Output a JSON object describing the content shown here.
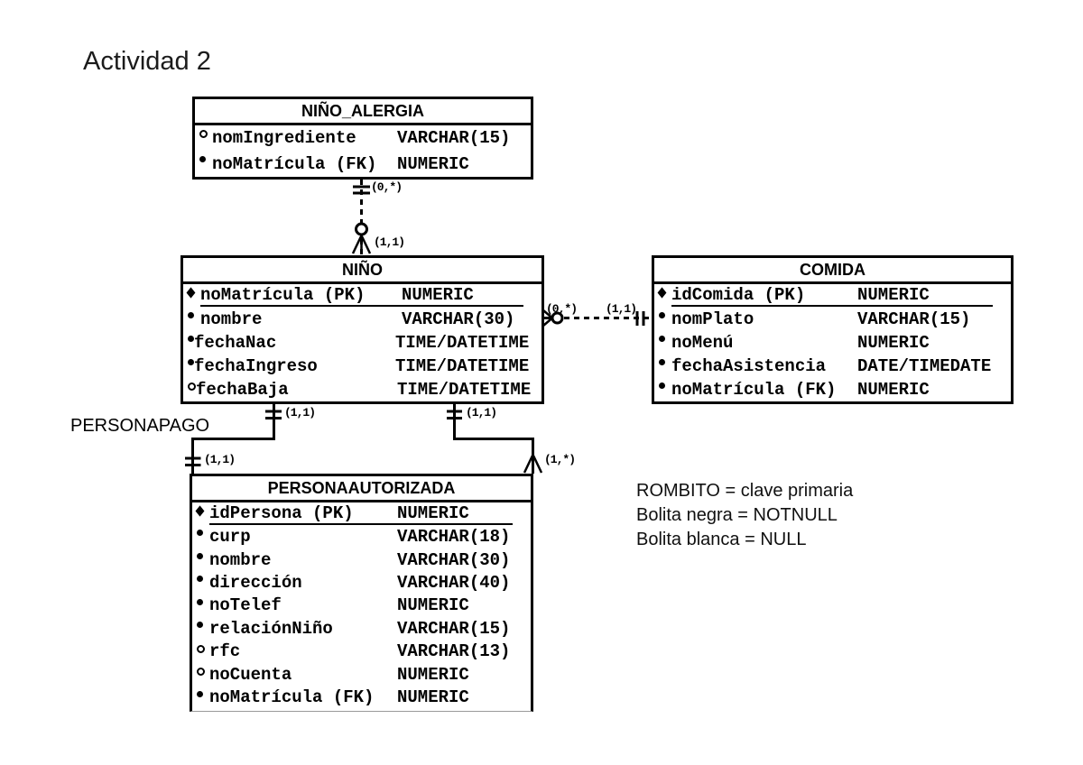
{
  "title": "Actividad 2",
  "relationship_label": "PERSONAPAGO",
  "legend": {
    "lines": [
      "ROMBITO = clave primaria",
      "Bolita negra = NOTNULL",
      "Bolita blanca = NULL"
    ]
  },
  "entities": {
    "nino_alergia": {
      "name": "NIÑO_ALERGIA",
      "attributes": [
        {
          "bullet": "open-circle",
          "name": "nomIngrediente",
          "type": "VARCHAR(15)",
          "pk": false
        },
        {
          "bullet": "filled-circle",
          "name": "noMatrícula (FK)",
          "type": "NUMERIC",
          "pk": false
        }
      ]
    },
    "nino": {
      "name": "NIÑO",
      "attributes": [
        {
          "bullet": "diamond",
          "name": "noMatrícula (PK)",
          "type": "NUMERIC",
          "pk": true
        },
        {
          "bullet": "filled-circle",
          "name": "nombre",
          "type": "VARCHAR(30)",
          "pk": false
        },
        {
          "bullet": "filled-circle",
          "name": "fechaNac",
          "type": "TIME/DATETIME",
          "pk": false
        },
        {
          "bullet": "filled-circle",
          "name": "fechaIngreso",
          "type": "TIME/DATETIME",
          "pk": false
        },
        {
          "bullet": "open-circle",
          "name": "fechaBaja",
          "type": "TIME/DATETIME",
          "pk": false
        }
      ]
    },
    "comida": {
      "name": "COMIDA",
      "attributes": [
        {
          "bullet": "diamond",
          "name": "idComida (PK)",
          "type": "NUMERIC",
          "pk": true
        },
        {
          "bullet": "filled-circle",
          "name": "nomPlato",
          "type": "VARCHAR(15)",
          "pk": false
        },
        {
          "bullet": "filled-circle",
          "name": "noMenú",
          "type": "NUMERIC",
          "pk": false
        },
        {
          "bullet": "filled-circle",
          "name": "fechaAsistencia",
          "type": "DATE/TIMEDATE",
          "pk": false
        },
        {
          "bullet": "filled-circle",
          "name": "noMatrícula (FK)",
          "type": "NUMERIC",
          "pk": false
        }
      ]
    },
    "personaautorizada": {
      "name": "PERSONAAUTORIZADA",
      "attributes": [
        {
          "bullet": "diamond",
          "name": "idPersona (PK)",
          "type": "NUMERIC",
          "pk": true
        },
        {
          "bullet": "filled-circle",
          "name": "curp",
          "type": "VARCHAR(18)",
          "pk": false
        },
        {
          "bullet": "filled-circle",
          "name": "nombre",
          "type": "VARCHAR(30)",
          "pk": false
        },
        {
          "bullet": "filled-circle",
          "name": "dirección",
          "type": "VARCHAR(40)",
          "pk": false
        },
        {
          "bullet": "filled-circle",
          "name": "noTelef",
          "type": "NUMERIC",
          "pk": false
        },
        {
          "bullet": "filled-circle",
          "name": "relaciónNiño",
          "type": "VARCHAR(15)",
          "pk": false
        },
        {
          "bullet": "open-circle",
          "name": "rfc",
          "type": "VARCHAR(13)",
          "pk": false
        },
        {
          "bullet": "open-circle",
          "name": "noCuenta",
          "type": "NUMERIC",
          "pk": false
        },
        {
          "bullet": "filled-circle",
          "name": "noMatrícula (FK)",
          "type": "NUMERIC",
          "pk": false
        }
      ]
    }
  },
  "cardinalities": {
    "alergia_end": "(0,*)",
    "nino_top_end": "(1,1)",
    "nino_comida_left": "(0,*)",
    "nino_comida_right": "(1,1)",
    "left_rel_top": "(1,1)",
    "left_rel_bottom": "(1,1)",
    "right_rel_top": "(1,1)",
    "right_rel_bottom": "(1,*)"
  }
}
